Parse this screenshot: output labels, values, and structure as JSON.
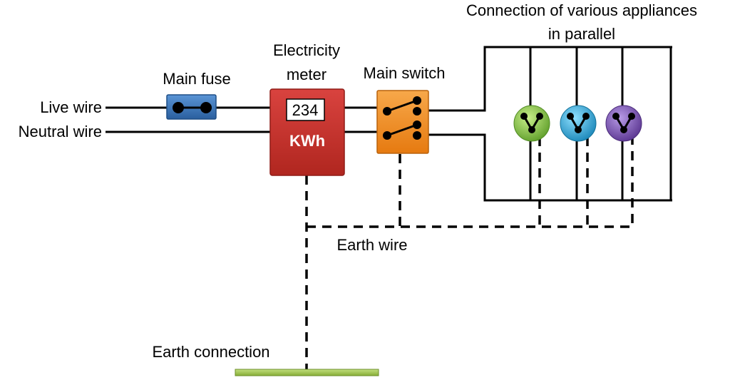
{
  "labels": {
    "live_wire": "Live wire",
    "neutral_wire": "Neutral wire",
    "main_fuse": "Main fuse",
    "meter_line1": "Electricity",
    "meter_line2": "meter",
    "main_switch": "Main switch",
    "appliances_line1": "Connection of various appliances",
    "appliances_line2": "in parallel",
    "earth_wire": "Earth wire",
    "earth_connection": "Earth connection"
  },
  "meter": {
    "reading": "234",
    "unit": "KWh"
  },
  "appliances": [
    {
      "color": "#7fc241"
    },
    {
      "color": "#2fa9d8"
    },
    {
      "color": "#7a4fb0"
    }
  ],
  "colors": {
    "fuse": "#2f6fb6",
    "meter": "#c8302e",
    "switch": "#f28c1c",
    "earth_plate": "#9bc44a"
  }
}
